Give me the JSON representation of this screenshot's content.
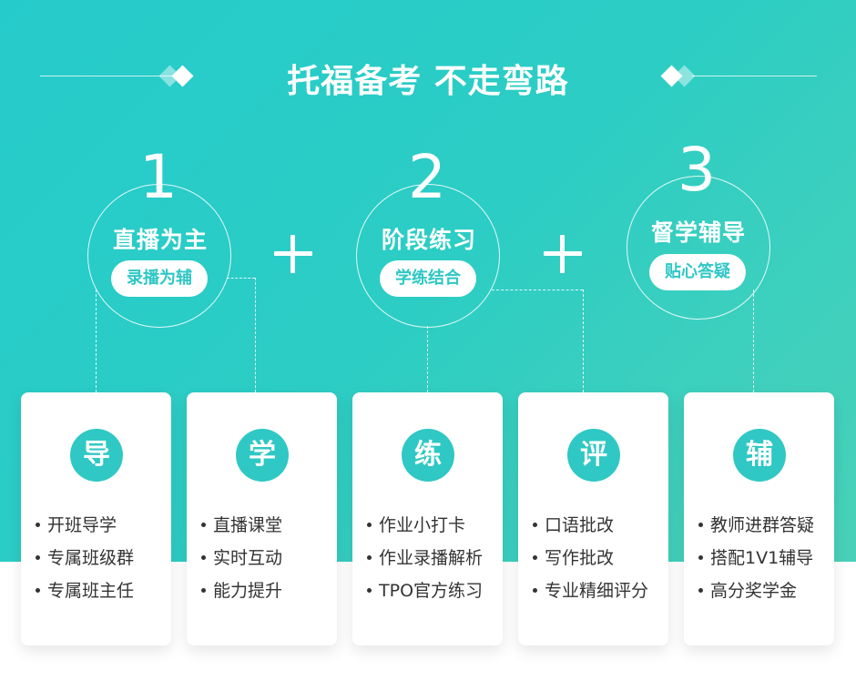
{
  "title": "托福备考 不走弯路",
  "accent_color": "#2fc8c4",
  "steps": [
    {
      "number": "1",
      "title": "直播为主",
      "pill": "录播为辅"
    },
    {
      "number": "2",
      "title": "阶段练习",
      "pill": "学练结合"
    },
    {
      "number": "3",
      "title": "督学辅导",
      "pill": "贴心答疑"
    }
  ],
  "cards": [
    {
      "badge": "导",
      "items": [
        "开班导学",
        "专属班级群",
        "专属班主任"
      ]
    },
    {
      "badge": "学",
      "items": [
        "直播课堂",
        "实时互动",
        "能力提升"
      ]
    },
    {
      "badge": "练",
      "items": [
        "作业小打卡",
        "作业录播解析",
        "TPO官方练习"
      ]
    },
    {
      "badge": "评",
      "items": [
        "口语批改",
        "写作批改",
        "专业精细评分"
      ]
    },
    {
      "badge": "辅",
      "items": [
        "教师进群答疑",
        "搭配1V1辅导",
        "高分奖学金"
      ]
    }
  ]
}
